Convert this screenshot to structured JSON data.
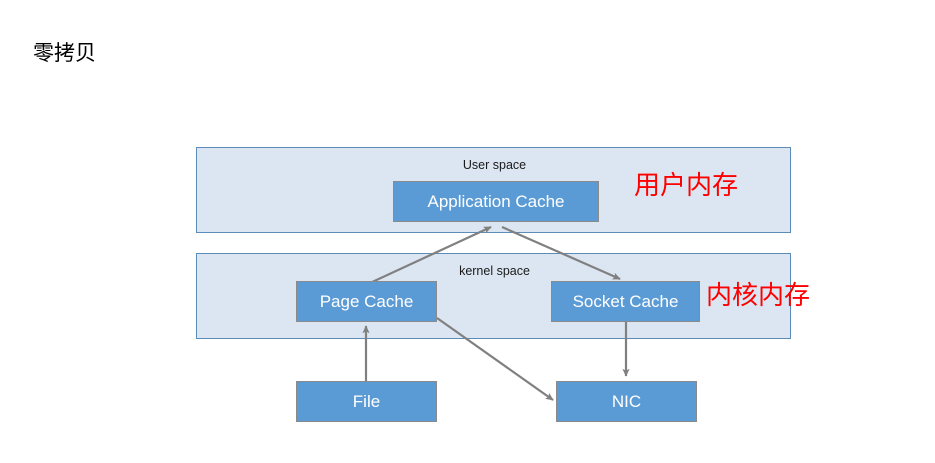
{
  "slide": {
    "title": "零拷贝",
    "background_color": "#ffffff"
  },
  "colors": {
    "region_fill": "#dce6f2",
    "region_border": "#5b8db8",
    "node_fill": "#5b9bd5",
    "node_border": "#8a8a8a",
    "node_text": "#ffffff",
    "arrow": "#808080",
    "annotation_red": "#ff0000",
    "title_text": "#000000"
  },
  "diagram": {
    "type": "block-flow-diagram",
    "regions": [
      {
        "id": "user-space",
        "label": "User space",
        "annotation": "用户内存"
      },
      {
        "id": "kernel-space",
        "label": "kernel space",
        "annotation": "内核内存"
      }
    ],
    "nodes": [
      {
        "id": "application-cache",
        "label": "Application Cache",
        "region": "user-space"
      },
      {
        "id": "page-cache",
        "label": "Page Cache",
        "region": "kernel-space"
      },
      {
        "id": "socket-cache",
        "label": "Socket Cache",
        "region": "kernel-space"
      },
      {
        "id": "file",
        "label": "File",
        "region": "outside"
      },
      {
        "id": "nic",
        "label": "NIC",
        "region": "outside"
      }
    ],
    "edges": [
      {
        "from": "file",
        "to": "page-cache",
        "style": "arrow"
      },
      {
        "from": "page-cache",
        "to": "application-cache",
        "style": "arrow"
      },
      {
        "from": "application-cache",
        "to": "socket-cache",
        "style": "arrow"
      },
      {
        "from": "socket-cache",
        "to": "nic",
        "style": "arrow"
      },
      {
        "from": "page-cache",
        "to": "nic",
        "style": "arrow"
      }
    ]
  }
}
